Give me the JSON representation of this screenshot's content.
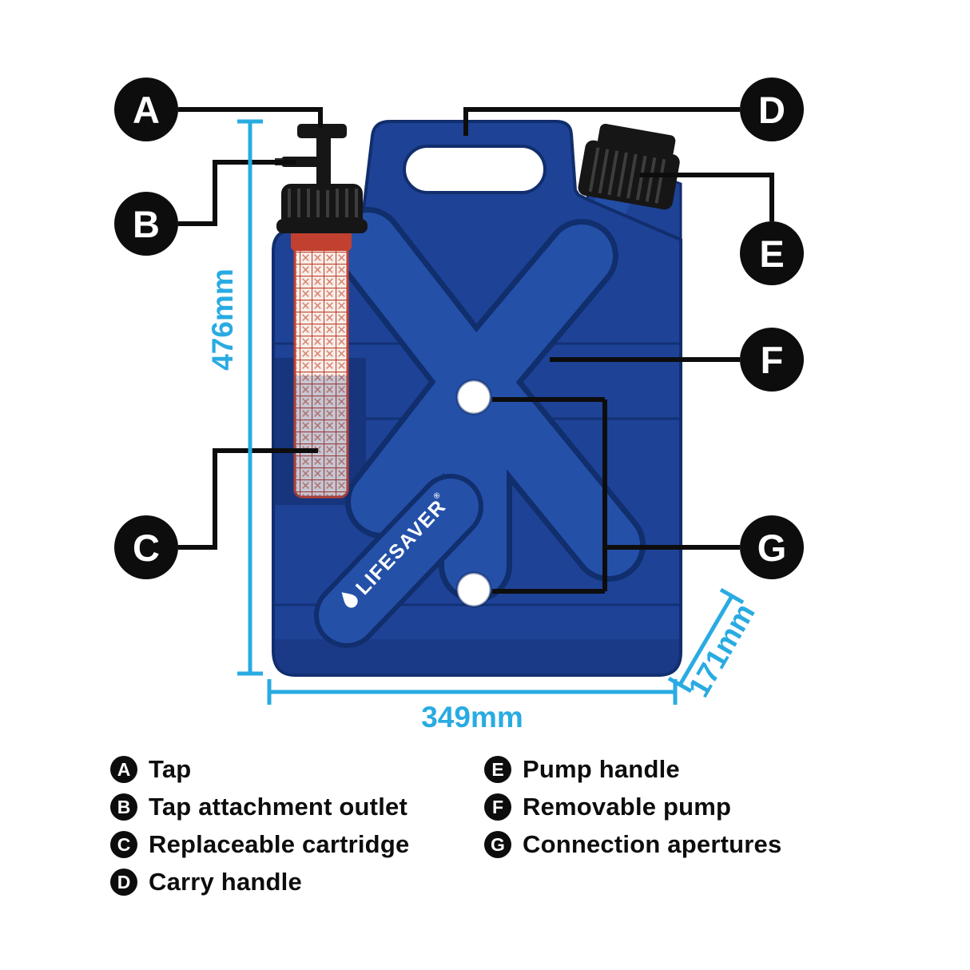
{
  "figure": {
    "product_name": "LIFESAVER jerrycan",
    "type": "labelled product diagram"
  },
  "brand": {
    "logo_text": "LIFESAVER",
    "registered_mark": "®"
  },
  "colors": {
    "body-blue": "#1e4296",
    "panel-blue": "#2450a8",
    "outline-blue": "#112e6d",
    "recess-blue": "#17357d",
    "ink": "#0d0d0d",
    "cyan": "#29abe2",
    "cart-red": "#c2402f"
  },
  "callouts": [
    {
      "letter": "A",
      "label": "Tap"
    },
    {
      "letter": "B",
      "label": "Tap attachment outlet"
    },
    {
      "letter": "C",
      "label": "Replaceable cartridge"
    },
    {
      "letter": "D",
      "label": "Carry handle"
    },
    {
      "letter": "E",
      "label": "Pump handle"
    },
    {
      "letter": "F",
      "label": "Removable pump"
    },
    {
      "letter": "G",
      "label": "Connection apertures"
    }
  ],
  "dimensions": {
    "height_label": "476mm",
    "width_label": "349mm",
    "depth_label": "171mm"
  }
}
